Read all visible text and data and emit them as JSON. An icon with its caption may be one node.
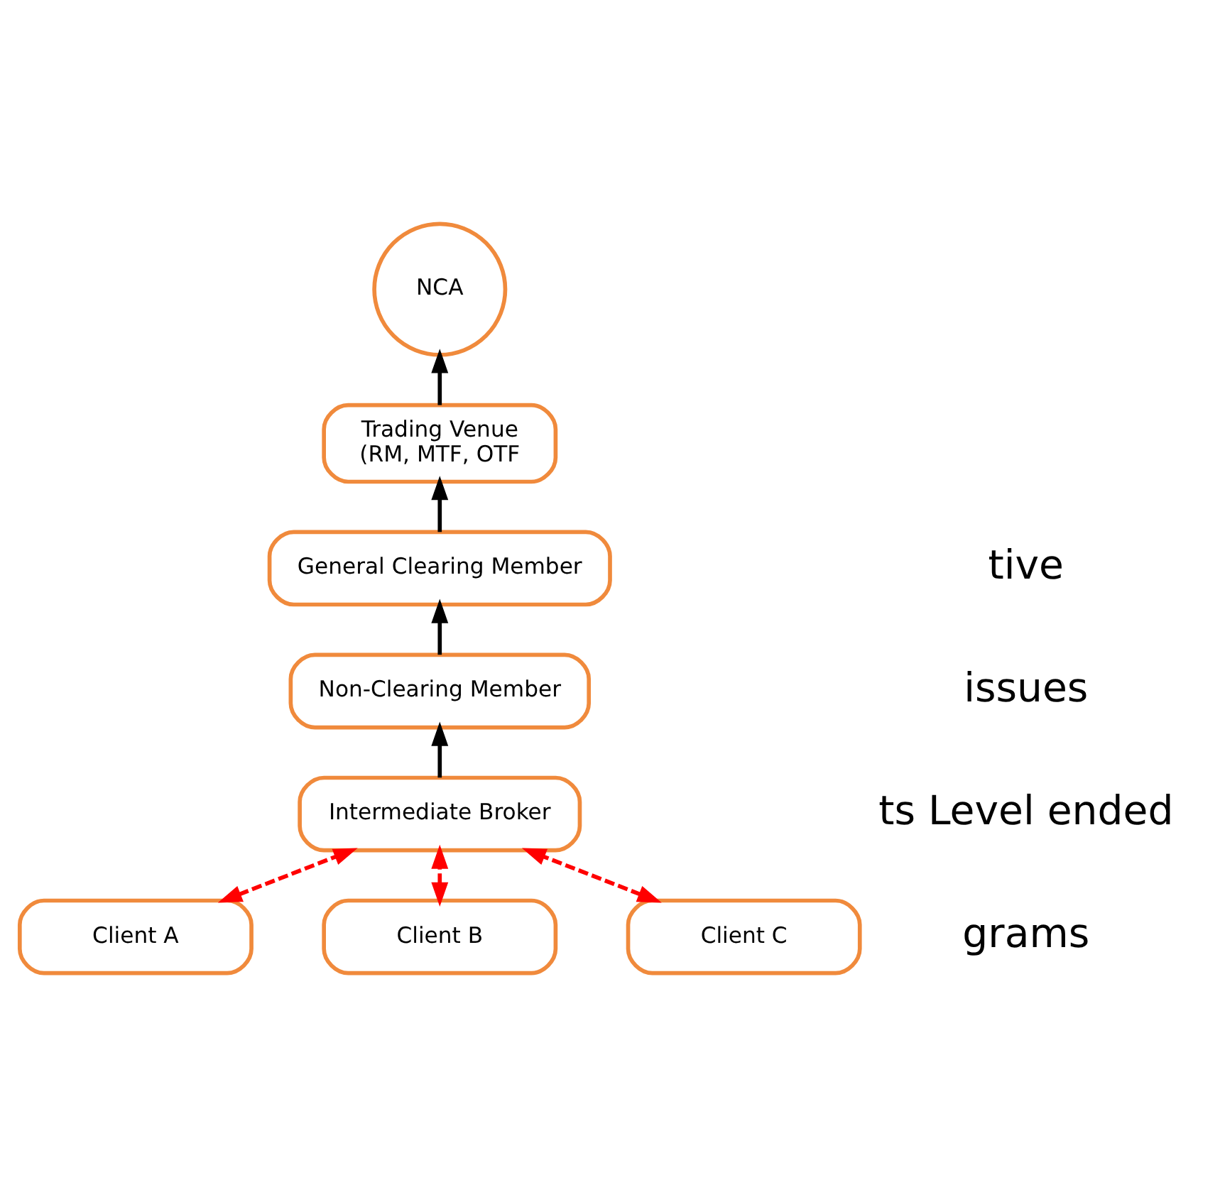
{
  "diagram": {
    "nodes": [
      {
        "text": [
          "NCA"
        ]
      },
      {
        "text": [
          "Trading Venue",
          "(RM, MTF, OTF"
        ]
      },
      {
        "text": [
          "General Clearing Member"
        ]
      },
      {
        "text": [
          "Non-Clearing Member"
        ]
      },
      {
        "text": [
          "Intermediate Broker"
        ]
      },
      {
        "text": [
          "Client A"
        ]
      },
      {
        "text": [
          "Client B"
        ]
      },
      {
        "text": [
          "Client C"
        ]
      }
    ],
    "edges": [
      {
        "from": 1,
        "to": 0,
        "arrow": "to"
      },
      {
        "from": 2,
        "to": 1,
        "arrow": "to"
      },
      {
        "from": 3,
        "to": 2,
        "arrow": "to"
      },
      {
        "from": 4,
        "to": 3,
        "arrow": "to"
      },
      {
        "from": 4,
        "to": 5,
        "arrow": "both",
        "style": "dashed",
        "color": "#ff0000"
      },
      {
        "from": 4,
        "to": 6,
        "arrow": "both",
        "style": "dashed",
        "color": "#ff0000"
      },
      {
        "from": 4,
        "to": 7,
        "arrow": "both",
        "style": "dashed",
        "color": "#ff0000"
      }
    ],
    "labels": [
      "tive",
      "issues",
      "ts Level ended",
      "grams"
    ]
  }
}
